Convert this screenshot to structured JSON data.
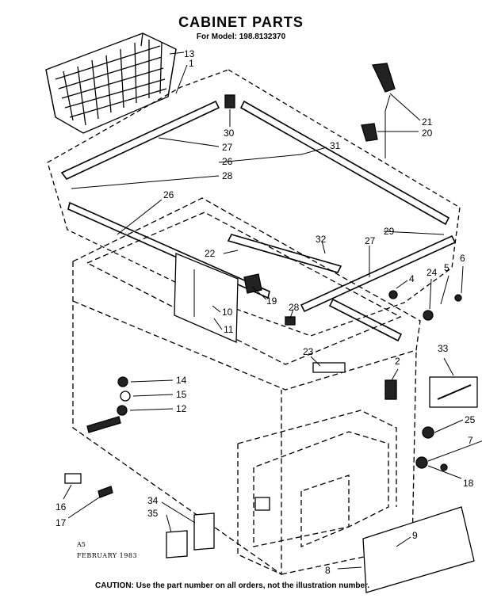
{
  "header": {
    "title": "CABINET PARTS",
    "model_line": "For Model: 198.8132370"
  },
  "footer": {
    "code": "A5",
    "date": "FEBRUARY 1983",
    "caution": "CAUTION: Use the part number on all orders, not the illustration number."
  },
  "callouts": [
    "13",
    "1",
    "30",
    "21",
    "20",
    "27",
    "31",
    "26",
    "28",
    "26",
    "32",
    "29",
    "22",
    "27",
    "24",
    "5",
    "6",
    "4",
    "19",
    "10",
    "28",
    "11",
    "23",
    "33",
    "2",
    "14",
    "15",
    "12",
    "25",
    "7",
    "18",
    "16",
    "17",
    "34",
    "35",
    "9",
    "8"
  ]
}
